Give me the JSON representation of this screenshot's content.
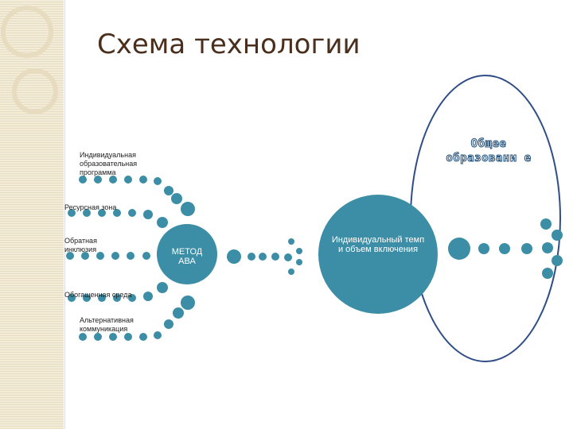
{
  "title": "Схема технологии",
  "colors": {
    "node": "#3b8ea5",
    "outline": "#2f4e86",
    "title": "#4a2f1d"
  },
  "inputs": [
    "Индивидуальная образовательная программа",
    "Ресурсная зона",
    "Обратная инклюзия",
    "Обогащенная среда",
    "Альтернативная коммуникация"
  ],
  "method": "МЕТОД АВА",
  "center": "Индивидуальный темп и объем включения",
  "goal": "Общее образовани е"
}
